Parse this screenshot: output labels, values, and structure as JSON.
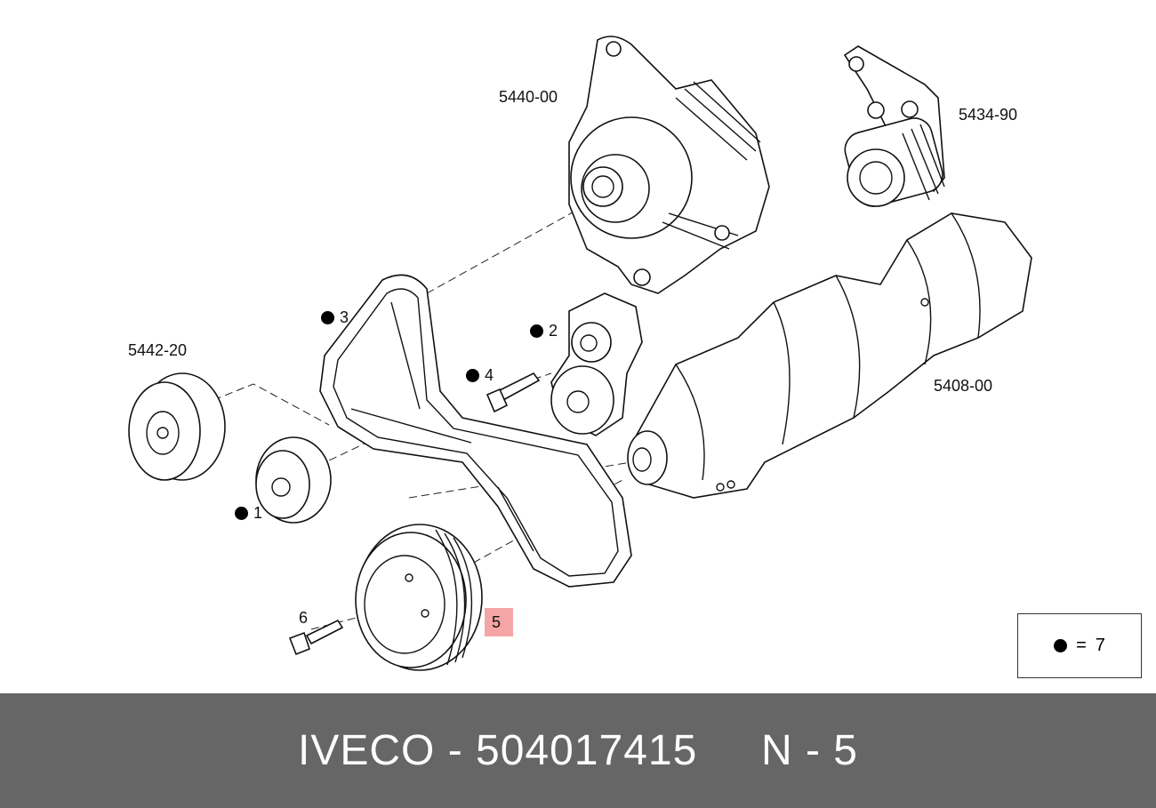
{
  "diagram": {
    "labels": {
      "alternator": "5440-00",
      "tensioner_assy": "5434-90",
      "idler_pulley": "5442-20",
      "crankshaft": "5408-00"
    },
    "callouts": [
      {
        "num": "1",
        "marked": true
      },
      {
        "num": "2",
        "marked": true
      },
      {
        "num": "3",
        "marked": true
      },
      {
        "num": "4",
        "marked": true
      },
      {
        "num": "6",
        "marked": false
      }
    ],
    "highlighted_part": "5",
    "highlight_color": "#f4a5a5",
    "legend": {
      "symbol": "filled-dot",
      "equals": "=",
      "value": "7"
    }
  },
  "footer": {
    "text": "IVECO - 504017415     N - 5",
    "background": "#666666"
  }
}
